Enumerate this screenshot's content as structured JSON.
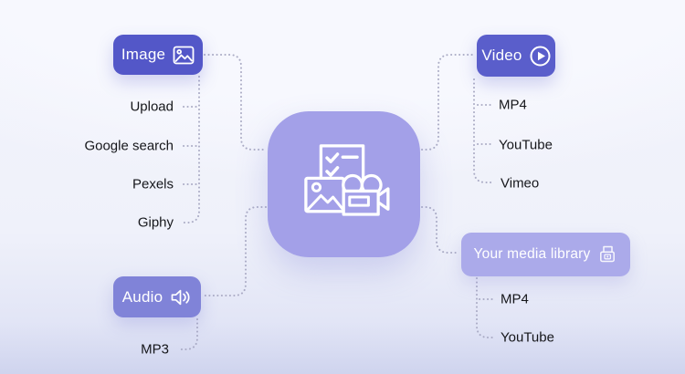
{
  "hub": {
    "icon": "media-collage-icon"
  },
  "branches": {
    "image": {
      "label": "Image",
      "icon": "image-icon",
      "items": [
        "Upload",
        "Google search",
        "Pexels",
        "Giphy"
      ]
    },
    "video": {
      "label": "Video",
      "icon": "play-circle-icon",
      "items": [
        "MP4",
        "YouTube",
        "Vimeo"
      ]
    },
    "audio": {
      "label": "Audio",
      "icon": "speaker-icon",
      "items": [
        "MP3"
      ]
    },
    "library": {
      "label": "Your media library",
      "icon": "media-box-icon",
      "items": [
        "MP4",
        "YouTube"
      ]
    }
  },
  "colors": {
    "primary_node": "#5357c8",
    "audio_node": "#8083d8",
    "library_node": "#abaaea",
    "hub": "#a3a0e8",
    "connector_dots": "#a6a8c2",
    "item_text": "#15161a",
    "node_text": "#ffffff",
    "background_top": "#f4f5fc",
    "background_bottom": "#cfd4ee"
  }
}
